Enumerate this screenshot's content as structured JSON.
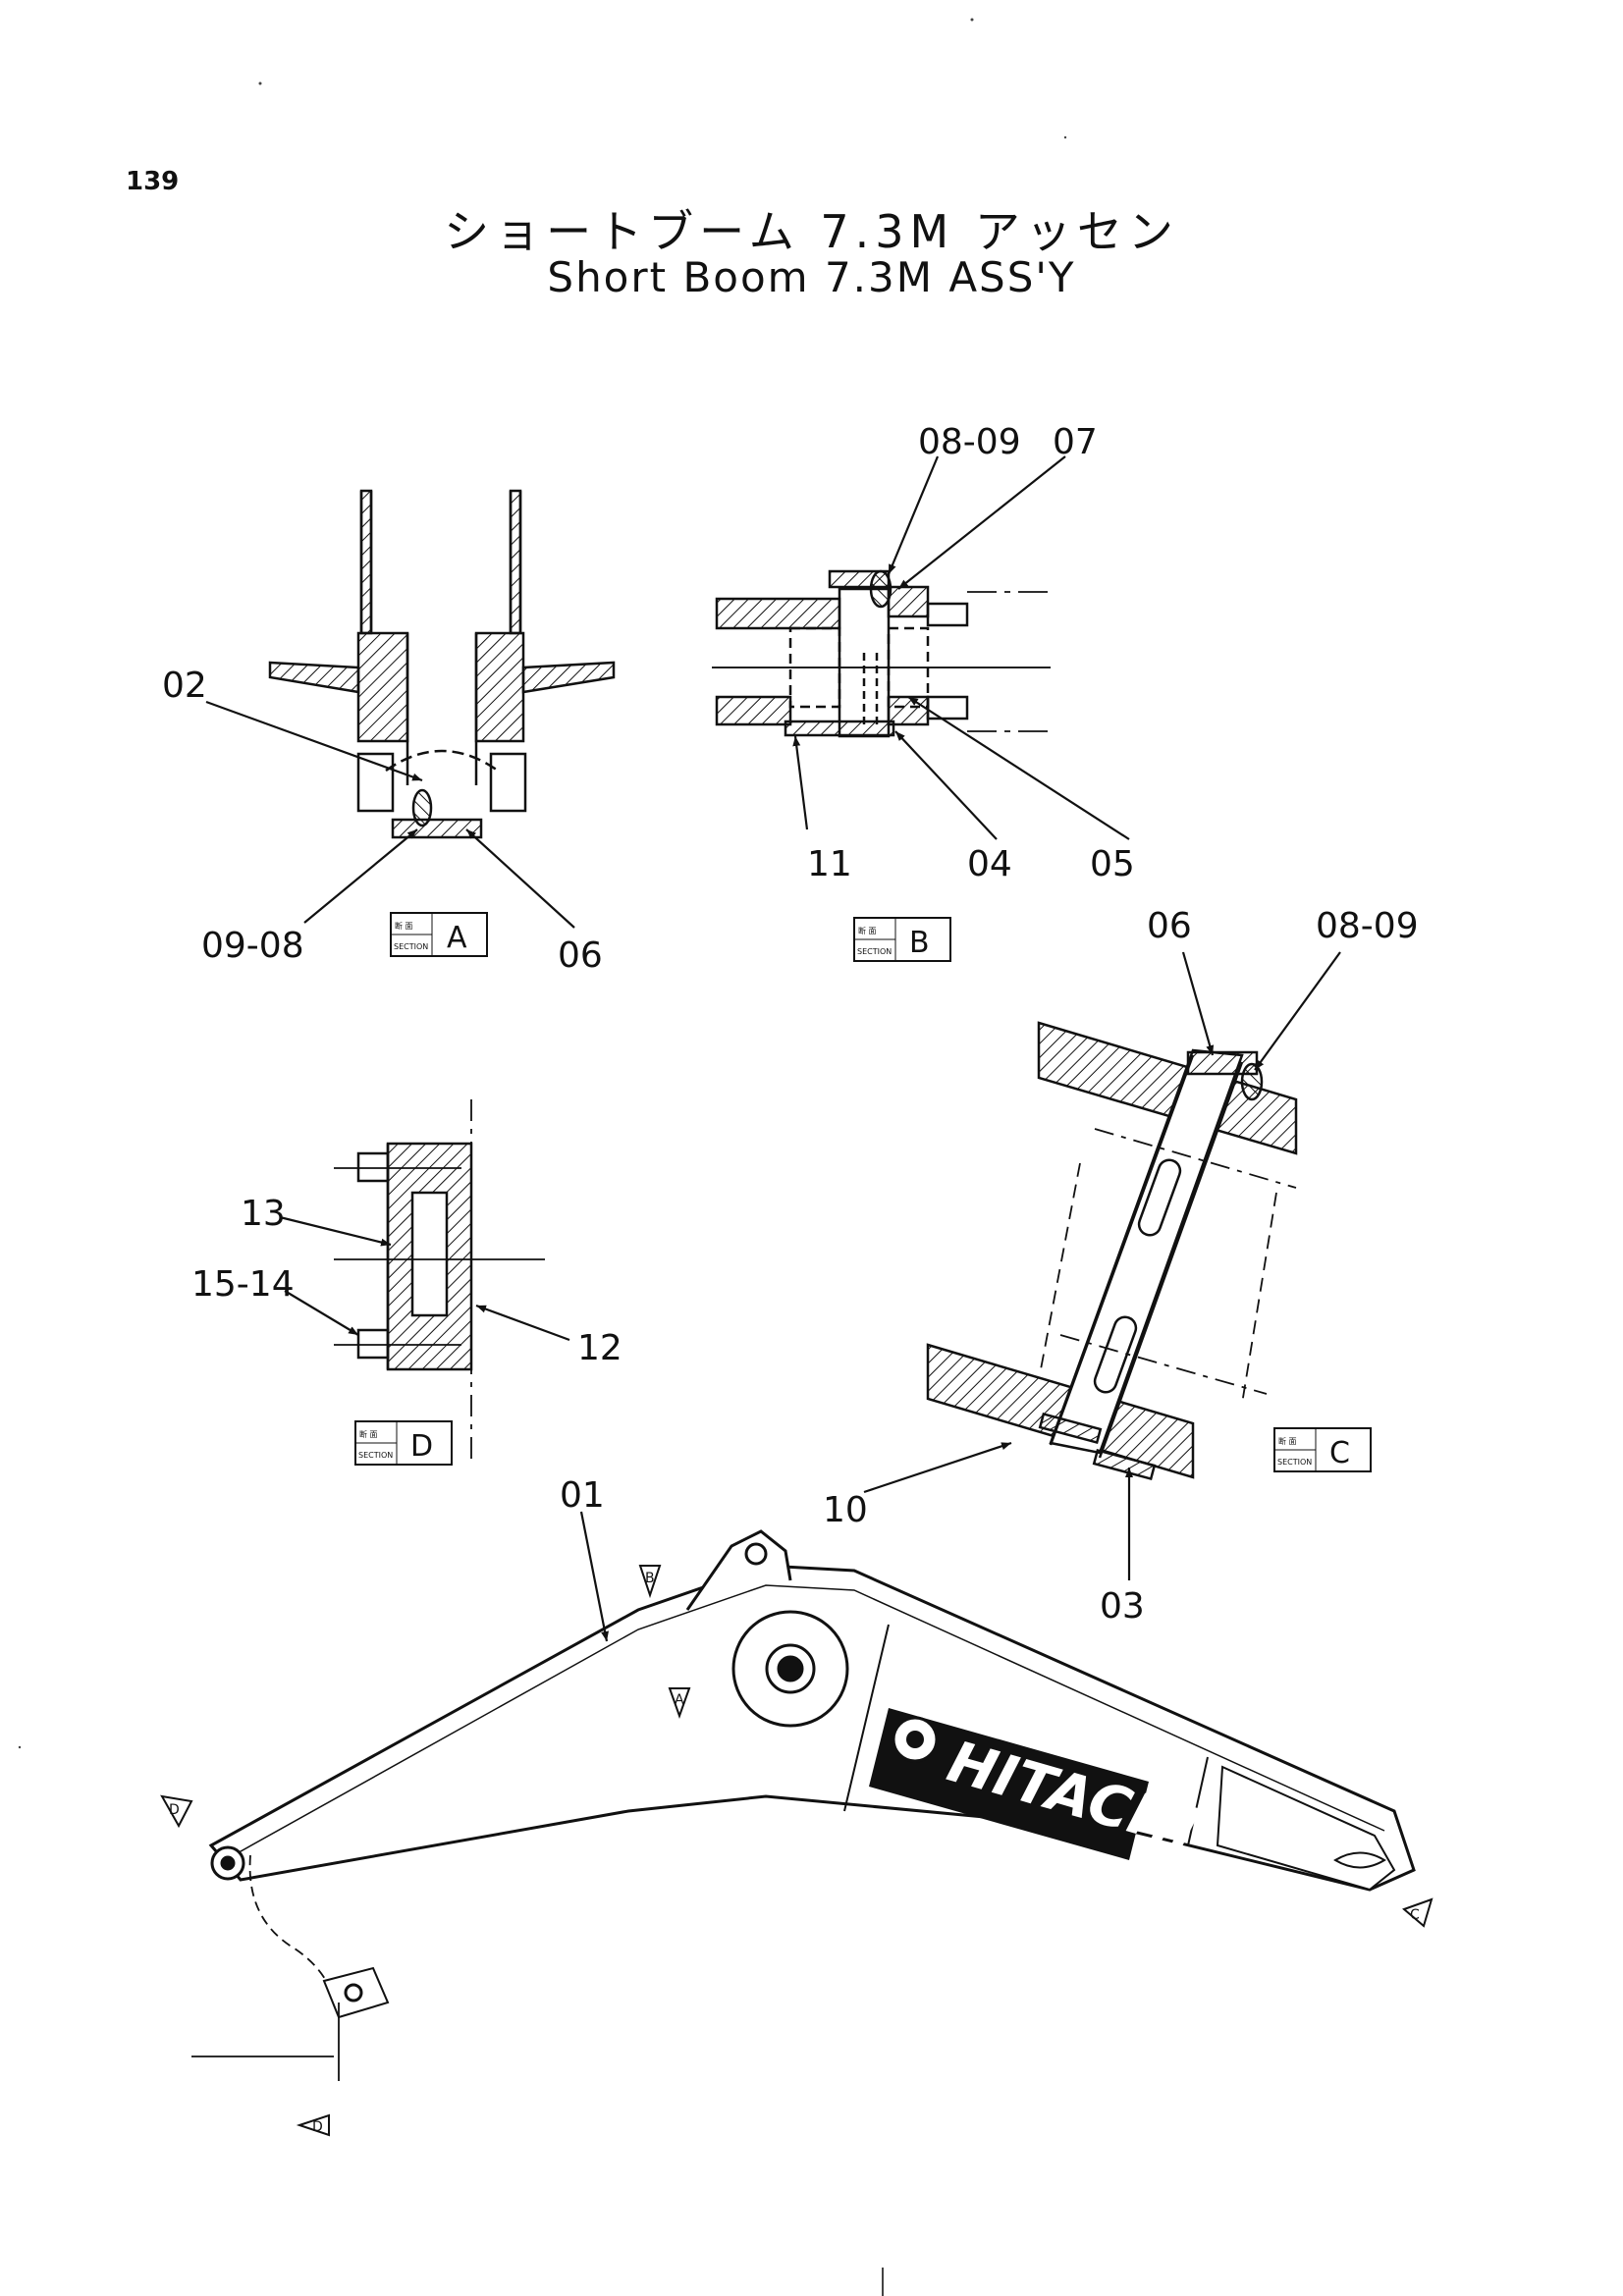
{
  "page_number": "139",
  "title_jp": "ショートブーム 7.3M アッセン",
  "title_en": "Short Boom 7.3M ASS'Y",
  "section_label_small": "SECTION",
  "section_label_kanji": "断 面",
  "sections": [
    {
      "id": "A",
      "letter": "A"
    },
    {
      "id": "B",
      "letter": "B"
    },
    {
      "id": "C",
      "letter": "C"
    },
    {
      "id": "D",
      "letter": "D"
    }
  ],
  "callouts": {
    "a_02": "02",
    "a_09_08": "09-08",
    "a_06": "06",
    "b_08_09": "08-09",
    "b_07": "07",
    "b_11": "11",
    "b_04": "04",
    "b_05": "05",
    "c_06": "06",
    "c_08_09": "08-09",
    "c_10": "10",
    "c_03": "03",
    "d_13": "13",
    "d_15_14": "15-14",
    "d_12": "12",
    "boom_01": "01"
  },
  "boom_brand": "HITACHI",
  "view_markers": [
    "A",
    "B",
    "C",
    "D",
    "D"
  ]
}
